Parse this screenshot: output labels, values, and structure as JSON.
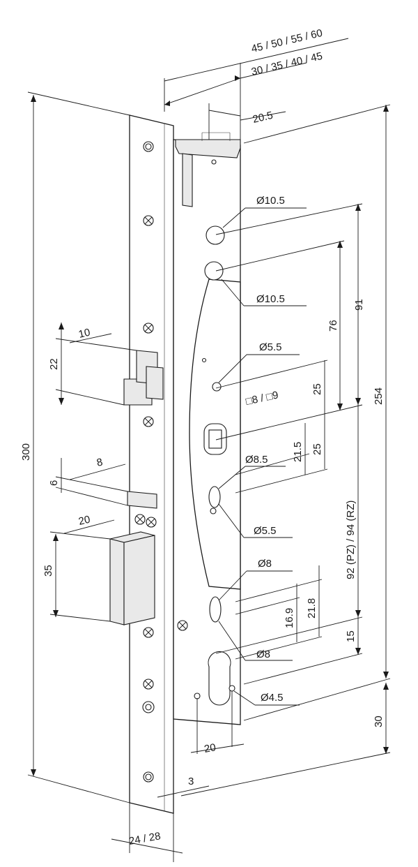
{
  "dimensions": {
    "backset_a": "45 / 50 / 55 / 60",
    "backset_b": "30 / 35 / 40 / 45",
    "offset_top": "20.5",
    "faceplate_length": "300",
    "case_height": "254",
    "hole_top": "Ø10.5",
    "hole_second": "Ø10.5",
    "dist_91": "91",
    "dist_76": "76",
    "hole_upper_small": "Ø5.5",
    "square_spindle": "□8 / □9",
    "dist_25_upper": "25",
    "dist_25_lower": "25",
    "dist_21_5": "21.5",
    "hole_oval": "Ø8.5",
    "hole_lower_small": "Ø5.5",
    "latch_width": "10",
    "latch_height": "22",
    "roller_width": "8",
    "roller_height": "6",
    "bolt_width": "20",
    "bolt_height": "35",
    "hole_guide_upper": "Ø8",
    "hole_guide_lower": "Ø8",
    "dist_21_8": "21.8",
    "dist_16_9": "16.9",
    "dist_15": "15",
    "distance_pz_rz": "92 (PZ) / 94 (RZ)",
    "screw_hole": "Ø4.5",
    "cylinder_spacing": "20",
    "bottom_dist": "30",
    "plate_thickness": "3",
    "faceplate_width": "24 / 28"
  }
}
